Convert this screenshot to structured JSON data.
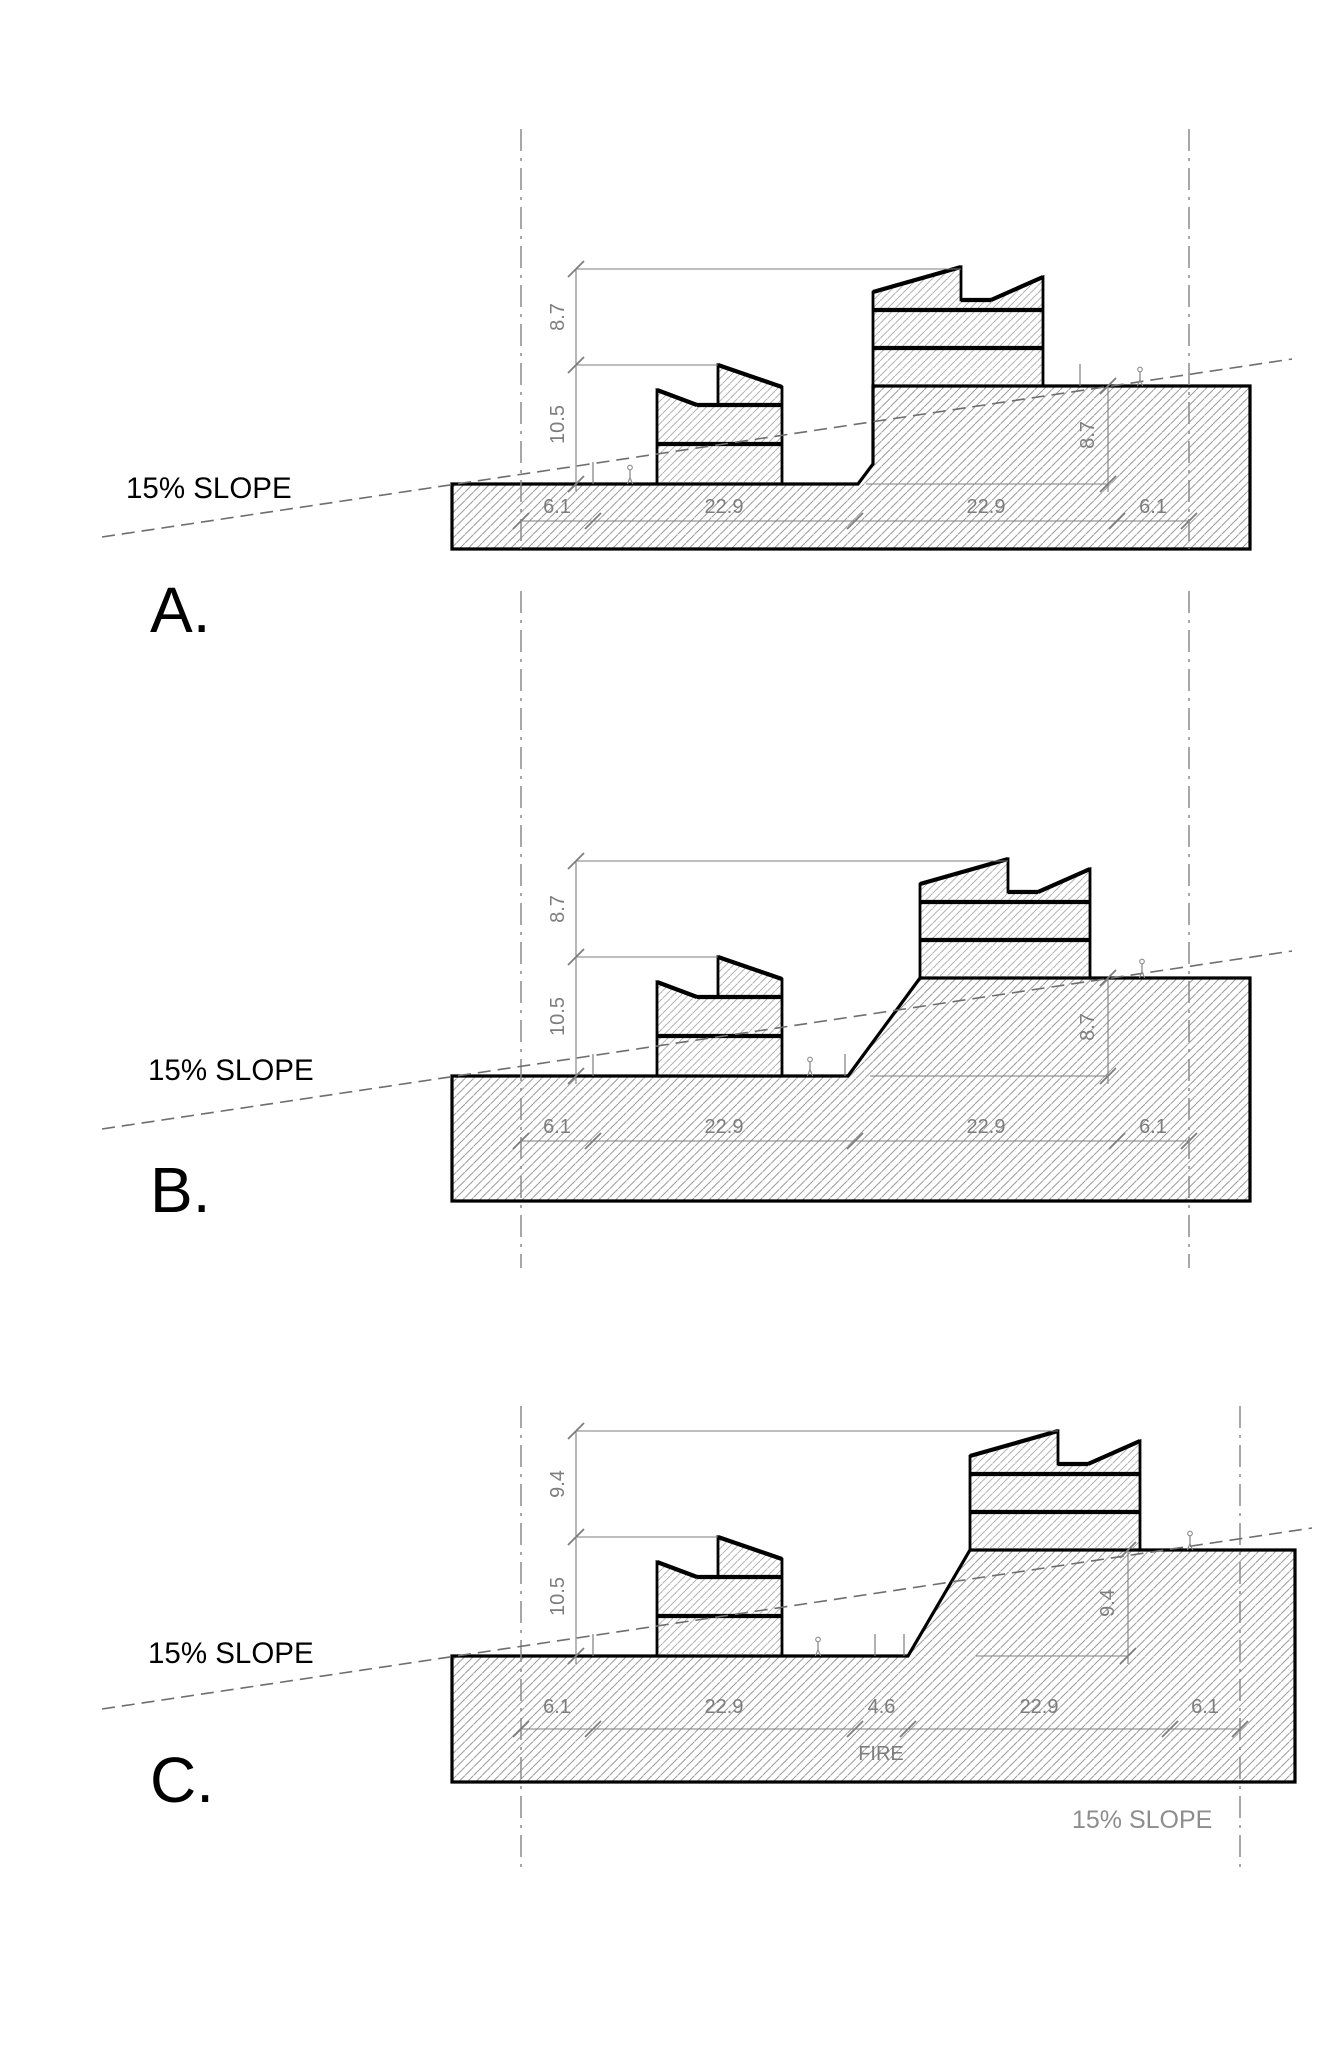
{
  "drawing": {
    "type": "architectural-section-study",
    "colors": {
      "ink": "#000000",
      "dim_gray": "#7d7d7d",
      "guide_gray": "#8a8a8a",
      "slope_gray": "#6e6e6e",
      "hatch_ground": "#9c9c9c",
      "hatch_building": "#a9a9a9",
      "note_gray": "#8d8d8d",
      "background": "#ffffff"
    },
    "sections": [
      {
        "id": "A",
        "letter": "A.",
        "slope_label": "15% SLOPE",
        "v_dims": [
          "8.7",
          "10.5"
        ],
        "right_dim": "8.7",
        "h_dims": [
          "6.1",
          "22.9",
          "22.9",
          "6.1"
        ]
      },
      {
        "id": "B",
        "letter": "B.",
        "slope_label": "15% SLOPE",
        "v_dims": [
          "8.7",
          "10.5"
        ],
        "right_dim": "8.7",
        "h_dims": [
          "6.1",
          "22.9",
          "22.9",
          "6.1"
        ]
      },
      {
        "id": "C",
        "letter": "C.",
        "slope_label": "15% SLOPE",
        "v_dims": [
          "9.4",
          "10.5"
        ],
        "right_dim": "9.4",
        "h_dims": [
          "6.1",
          "22.9",
          "4.6",
          "22.9",
          "6.1"
        ],
        "fire_label": "FIRE",
        "footer_note": "15% SLOPE"
      }
    ]
  }
}
